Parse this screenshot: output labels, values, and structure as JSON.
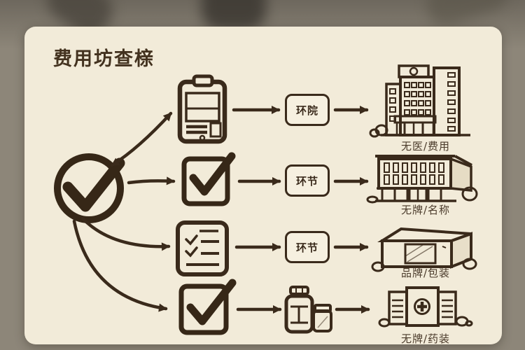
{
  "title": "费用坊查榇",
  "colors": {
    "background": "#8d8679",
    "card": "#f2ebd9",
    "ink": "#3a2a1b"
  },
  "flow": {
    "source": {
      "icon": "check-circle-icon"
    },
    "rows": [
      {
        "step_icon": "clipboard-icon",
        "node_label": "环院",
        "destination_icon": "hospital-building-illustration",
        "caption": "无医/费用"
      },
      {
        "step_icon": "checkbox-checked-icon",
        "node_label": "环节",
        "destination_icon": "storefront-building-illustration",
        "caption": "无牌/名称"
      },
      {
        "step_icon": "checklist-icon",
        "node_label": "环节",
        "destination_icon": "package-box-illustration",
        "caption": "品牌/包装"
      },
      {
        "step_icon": "checkbox-checked-icon",
        "middle_icon": "medicine-bottles-icon",
        "destination_icon": "medicine-cabinet-illustration",
        "caption": "无牌/药装"
      }
    ]
  }
}
